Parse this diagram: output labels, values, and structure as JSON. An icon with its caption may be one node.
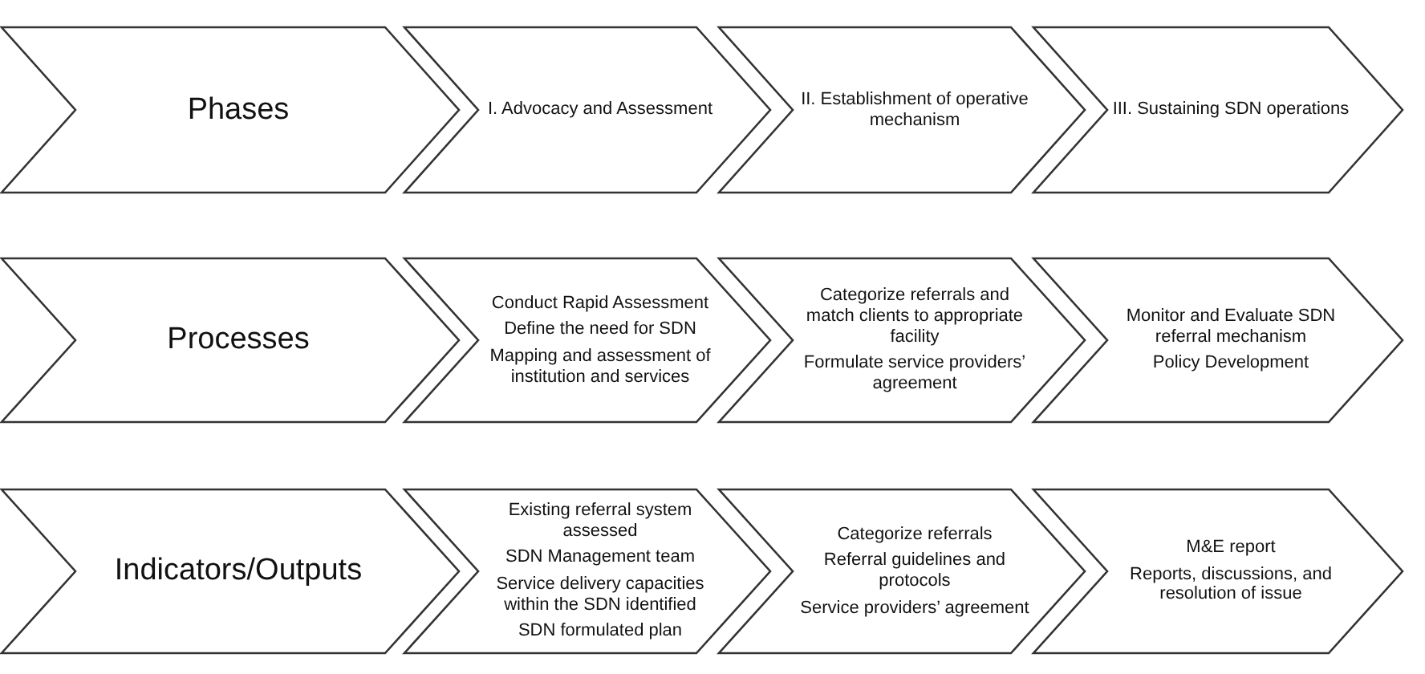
{
  "diagram": {
    "nodes": [
      {
        "text": [
          "Phases"
        ]
      },
      {
        "text": [
          "I. Advocacy and Assessment"
        ]
      },
      {
        "text": [
          "II. Establishment of operative mechanism"
        ]
      },
      {
        "text": [
          "III. Sustaining SDN operations"
        ]
      },
      {
        "text": [
          "Processes"
        ]
      },
      {
        "text": [
          "Conduct Rapid Assessment",
          "Define the need for SDN",
          "Mapping and assessment of institution and services"
        ]
      },
      {
        "text": [
          "Categorize referrals and match clients to appropriate facility",
          "Formulate service providers’ agreement"
        ]
      },
      {
        "text": [
          "Monitor and Evaluate SDN referral mechanism",
          "Policy Development"
        ]
      },
      {
        "text": [
          "Indicators/Outputs"
        ]
      },
      {
        "text": [
          "Existing referral system assessed",
          "SDN Management team",
          "Service delivery capacities within the SDN identified",
          "SDN formulated plan"
        ]
      },
      {
        "text": [
          "Categorize referrals",
          "Referral guidelines and protocols",
          "Service providers’ agreement"
        ]
      },
      {
        "text": [
          "M&E report",
          "Reports, discussions, and resolution of issue"
        ]
      }
    ],
    "edges": []
  }
}
